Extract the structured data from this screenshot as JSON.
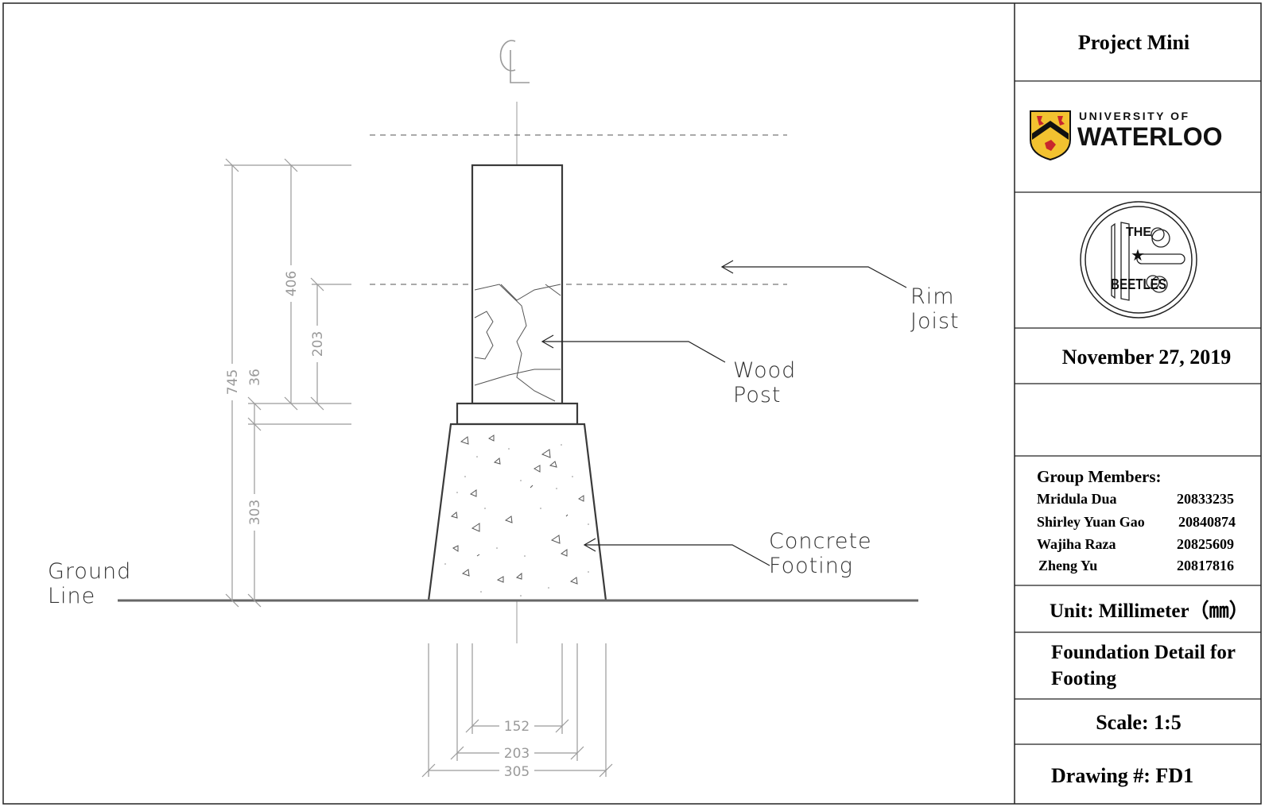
{
  "drawing": {
    "centerline_symbol": "CL",
    "labels": {
      "rim_joist": [
        "Rim",
        "Joist"
      ],
      "wood_post": [
        "Wood",
        "Post"
      ],
      "concrete_footing": [
        "Concrete",
        "Footing"
      ],
      "ground_line": [
        "Ground",
        "Line"
      ]
    },
    "dimensions": {
      "overall_height": "745",
      "post_to_joist_top": "406",
      "post_to_joist_bottom": "203",
      "bearing_plate": "36",
      "footing_height": "303",
      "post_width": "152",
      "plate_width": "203",
      "footing_width": "305"
    }
  },
  "title_block": {
    "project": "Project Mini",
    "university_line1": "UNIVERSITY OF",
    "university_line2": "WATERLOO",
    "group_logo_line1": "THE",
    "group_logo_line2": "BEETLES",
    "date": "November 27, 2019",
    "members_heading": "Group Members:",
    "members": [
      {
        "name": "Mridula Dua",
        "id": "20833235"
      },
      {
        "name": "Shirley Yuan Gao",
        "id": "20840874"
      },
      {
        "name": "Wajiha Raza",
        "id": "20825609"
      },
      {
        "name": "Zheng Yu",
        "id": "20817816"
      }
    ],
    "unit": "Unit: Millimeter（㎜）",
    "title_line1": "Foundation Detail for",
    "title_line2": "Footing",
    "scale": "Scale:  1:5",
    "drawing_number": "Drawing #: FD1"
  },
  "colors": {
    "line": "#3a3a3a",
    "dimension": "#9a9a9a",
    "crest_red": "#c8262d",
    "crest_gold": "#f2c230"
  }
}
